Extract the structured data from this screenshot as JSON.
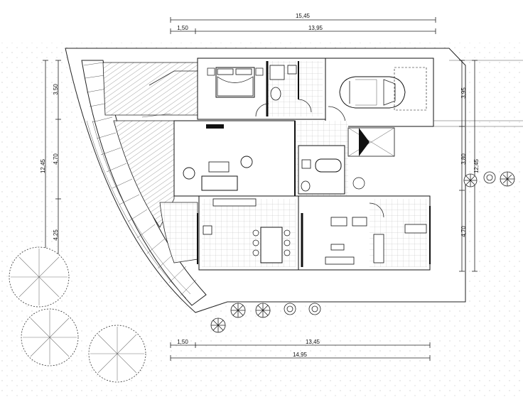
{
  "dimensions": {
    "top_total": "15,45",
    "top_left": "1,50",
    "top_right": "13,95",
    "left_total": "12,45",
    "left_seg_1": "3,50",
    "left_seg_2": "4,70",
    "left_seg_3": "4,25",
    "right_total": "12,45",
    "right_seg_1": "3,95",
    "right_seg_2": "3,80",
    "right_seg_3": "4,70",
    "bottom_left": "1,50",
    "bottom_right": "13,45",
    "bottom_total": "14,95"
  }
}
